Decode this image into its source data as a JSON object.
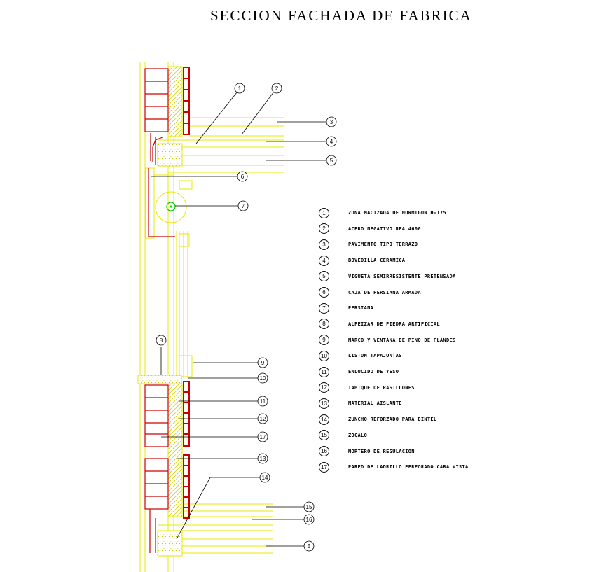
{
  "title": "SECCION FACHADA DE FABRICA",
  "legend": [
    {
      "num": "1",
      "text": "ZONA MACIZADA DE HORMIGON H-175"
    },
    {
      "num": "2",
      "text": "ACERO NEGATIVO REA 4600"
    },
    {
      "num": "3",
      "text": "PAVIMENTO TIPO TERRAZO"
    },
    {
      "num": "4",
      "text": "BOVEDILLA CERAMICA"
    },
    {
      "num": "5",
      "text": "VIGUETA SEMIRRESISTENTE PRETENSADA"
    },
    {
      "num": "6",
      "text": "CAJA DE PERSIANA ARMADA"
    },
    {
      "num": "7",
      "text": "PERSIANA"
    },
    {
      "num": "8",
      "text": "ALFEIZAR DE PIEDRA ARTIFICIAL"
    },
    {
      "num": "9",
      "text": "MARCO Y VENTANA DE PINO DE FLANDES"
    },
    {
      "num": "10",
      "text": "LISTON TAPAJUNTAS"
    },
    {
      "num": "11",
      "text": "ENLUCIDO DE YESO"
    },
    {
      "num": "12",
      "text": "TABIQUE DE RASILLONES"
    },
    {
      "num": "13",
      "text": "MATERIAL AISLANTE"
    },
    {
      "num": "14",
      "text": "ZUNCHO REFORZADO PARA DINTEL"
    },
    {
      "num": "15",
      "text": "ZOCALO"
    },
    {
      "num": "16",
      "text": "MORTERO DE REGULACION"
    },
    {
      "num": "17",
      "text": "PARED DE LADRILLO PERFORADO CARA VISTA"
    }
  ],
  "callouts": [
    {
      "num": "1"
    },
    {
      "num": "2"
    },
    {
      "num": "3"
    },
    {
      "num": "4"
    },
    {
      "num": "5"
    },
    {
      "num": "6"
    },
    {
      "num": "7"
    },
    {
      "num": "8"
    },
    {
      "num": "9"
    },
    {
      "num": "10"
    },
    {
      "num": "11"
    },
    {
      "num": "12"
    },
    {
      "num": "17"
    },
    {
      "num": "13"
    },
    {
      "num": "14"
    },
    {
      "num": "15"
    },
    {
      "num": "16"
    },
    {
      "num": "5"
    }
  ],
  "colors": {
    "line_yellow": "#e8e800",
    "brick_red": "#cc0000",
    "hatch": "#d6d600",
    "window_green": "#00cc00",
    "ink": "#000000"
  }
}
